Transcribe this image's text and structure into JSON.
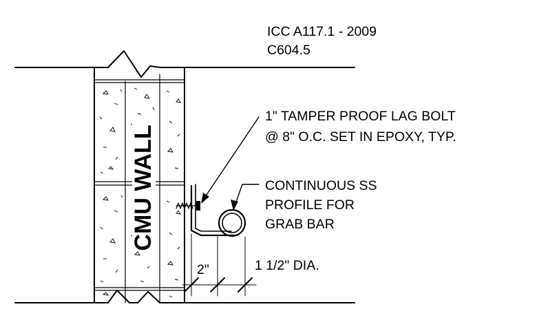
{
  "detail": {
    "code_reference": [
      "ICC A117.1 - 2009",
      "C604.5"
    ],
    "wall_label": "CMU WALL",
    "bolt_note": [
      "1\" TAMPER PROOF LAG BOLT",
      "@ 8\" O.C. SET IN EPOXY, TYP."
    ],
    "profile_note": [
      "CONTINUOUS SS",
      "PROFILE FOR",
      "GRAB BAR"
    ],
    "clearance_dim": "2\"",
    "diameter_dim": "1 1/2\" DIA."
  }
}
